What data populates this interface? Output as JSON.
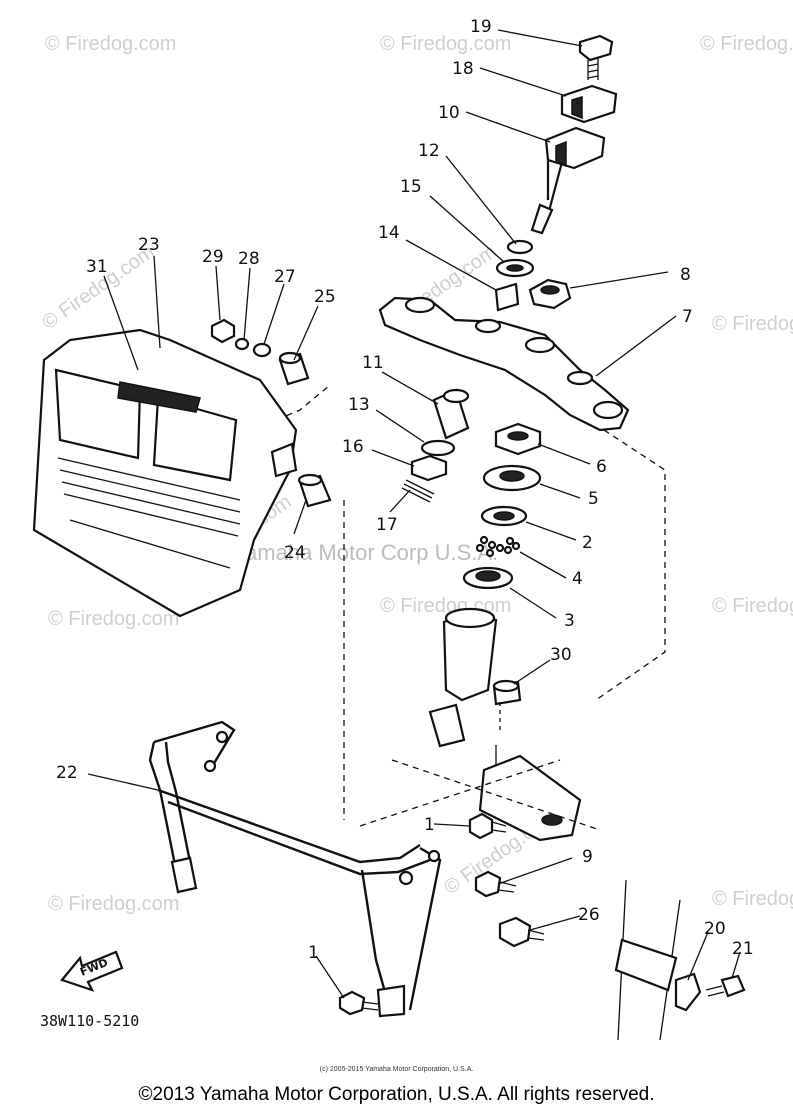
{
  "watermarks": [
    "© Firedog.com",
    "© Firedog.com",
    "© Firedog.com",
    "© Firedog.com",
    "© Firedog.com",
    "© Firedog.com",
    "© Firedog.com",
    "© Firedog.com",
    "© Firedog.com",
    "© Firedog.com",
    "© Firedog.com",
    "© Firedog.com",
    "© Firedog.com"
  ],
  "center_watermark": "Yamaha Motor Corp U.S.A.",
  "callouts": [
    "19",
    "18",
    "10",
    "12",
    "15",
    "14",
    "8",
    "7",
    "11",
    "13",
    "16",
    "6",
    "5",
    "17",
    "2",
    "4",
    "3",
    "30",
    "23",
    "29",
    "28",
    "27",
    "25",
    "31",
    "24",
    "22",
    "1",
    "9",
    "26",
    "20",
    "21",
    "1"
  ],
  "fwd_label": "FWD",
  "diagram_code": "38W110-5210",
  "small_credit": "(c) 2005-2015 Yamaha Motor Corporation, U.S.A.",
  "copyright": "©2013 Yamaha Motor Corporation, U.S.A. All rights reserved."
}
